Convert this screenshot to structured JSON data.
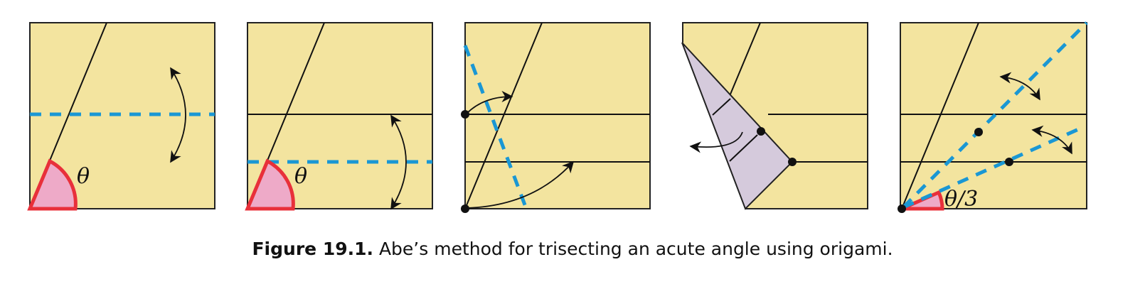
{
  "panels": [
    {
      "label": "θ"
    },
    {
      "label": "θ"
    },
    {},
    {},
    {
      "label": "θ/3"
    }
  ],
  "caption": {
    "figure": "Figure 19.1.",
    "text": "Abe’s method for trisecting an acute angle using origami."
  },
  "colors": {
    "paper": "#f3e49f",
    "fold_line": "#1a97d4",
    "angle_fill": "#eeaac8",
    "angle_stroke": "#e8303a",
    "folded_flap": "#d5cadc"
  }
}
